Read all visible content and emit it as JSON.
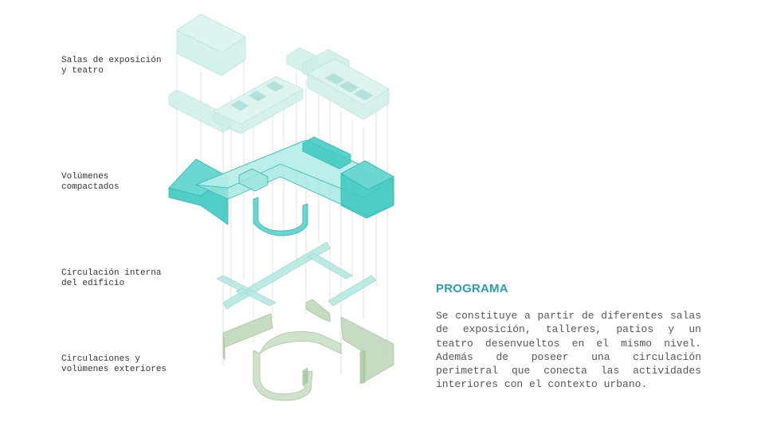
{
  "diagram": {
    "layers": [
      {
        "label": "Salas de exposición\ny teatro"
      },
      {
        "label": "Volúmenes\ncompactados"
      },
      {
        "label": "Circulación interna\ndel edificio"
      },
      {
        "label": "Circulaciones y\nvolúmenes exteriores"
      }
    ],
    "colors": {
      "halls": "#c9ebe6",
      "compact": "#3cc8c0",
      "compact_light": "#8fe0da",
      "circulation": "#b4e6df",
      "exterior": "#b9d1b2",
      "guides": "#d8d8d8"
    }
  },
  "program": {
    "title": "PROGRAMA",
    "body": "Se constituye a partir de diferentes salas de exposición, talleres, patios y un teatro desenvueltos en el mismo nivel. Además de poseer una circulación perimetral que conecta las actividades interiores con el contexto urbano."
  }
}
